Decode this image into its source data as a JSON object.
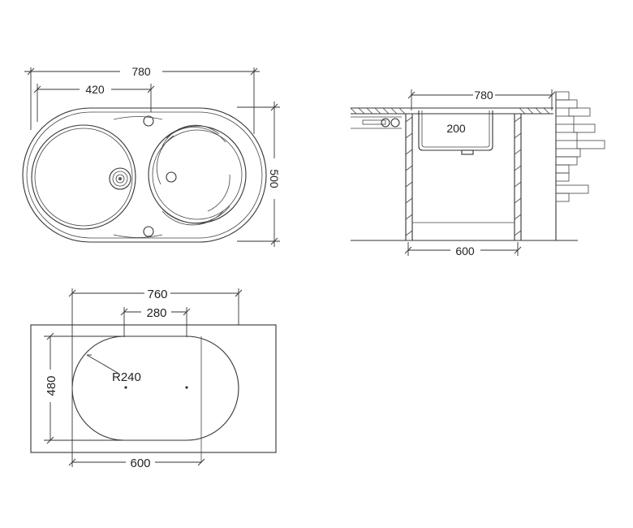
{
  "top_view": {
    "overall_width": "780",
    "bowl_width": "420",
    "overall_depth": "500"
  },
  "side_view": {
    "overall_width": "780",
    "bowl_depth": "200",
    "cabinet_width": "600"
  },
  "cutout_view": {
    "outer_width": "760",
    "flat_width": "280",
    "height": "480",
    "radius": "R240",
    "bottom_width": "600"
  }
}
